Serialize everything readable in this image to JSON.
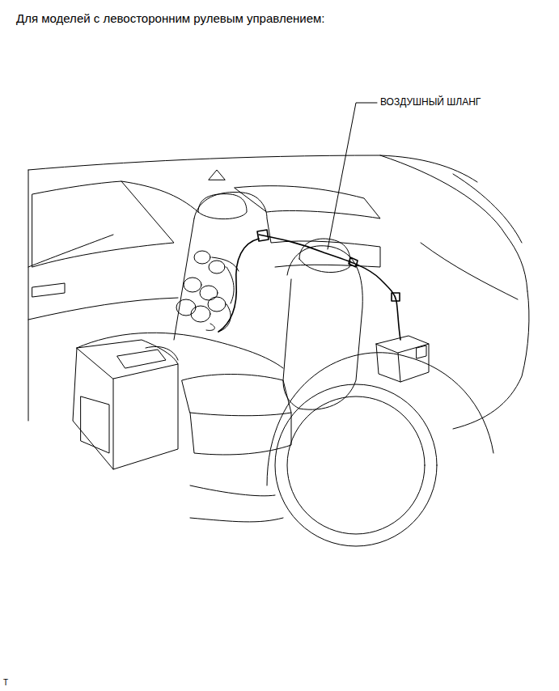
{
  "diagram": {
    "title": "Для моделей с левосторонним рулевым управлением:",
    "labels": [
      "ВОЗДУШНЫЙ ШЛАНГ",
      "T"
    ]
  }
}
